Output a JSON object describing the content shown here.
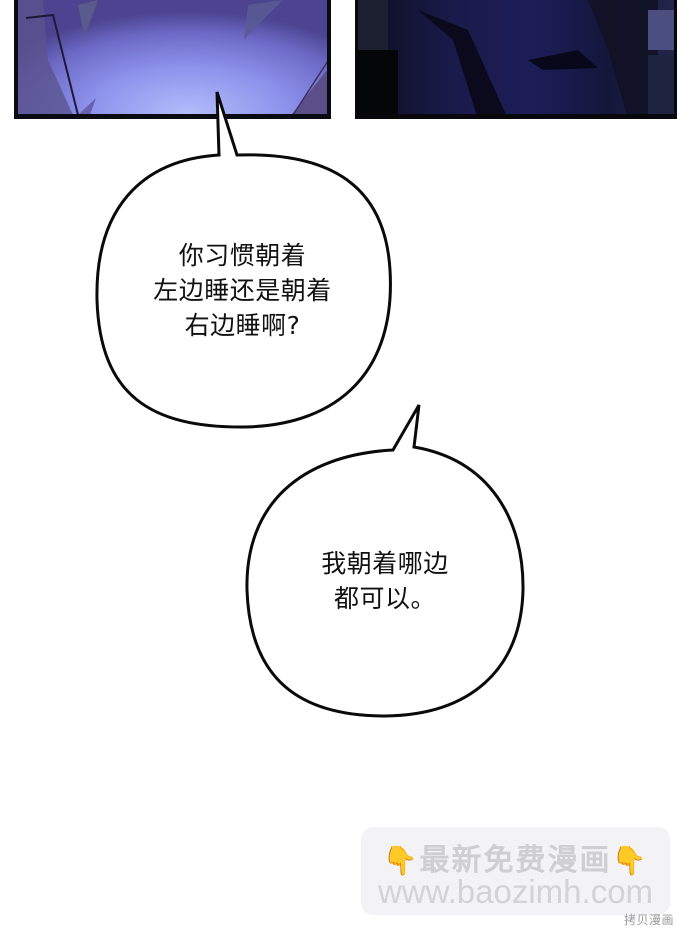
{
  "panels": {
    "top_left": {
      "description": "blue-lit night scene, light purple-blue glow"
    },
    "top_right": {
      "description": "dark navy patterned fabric scene"
    }
  },
  "bubbles": [
    {
      "lines": [
        "你习惯朝着",
        "左边睡还是朝着",
        "右边睡啊?"
      ]
    },
    {
      "lines": [
        "我朝着哪边",
        "都可以。"
      ]
    }
  ],
  "watermark": {
    "icon": "pointing-down-hand-icon",
    "hand_glyph": "👇",
    "line1": "最新免费漫画",
    "line2": "www.baozimh.com",
    "colors": {
      "background": "#f3f3f5",
      "text": "#cfcfd3",
      "hand": "#f2b51e"
    }
  },
  "credit": "拷贝漫画"
}
